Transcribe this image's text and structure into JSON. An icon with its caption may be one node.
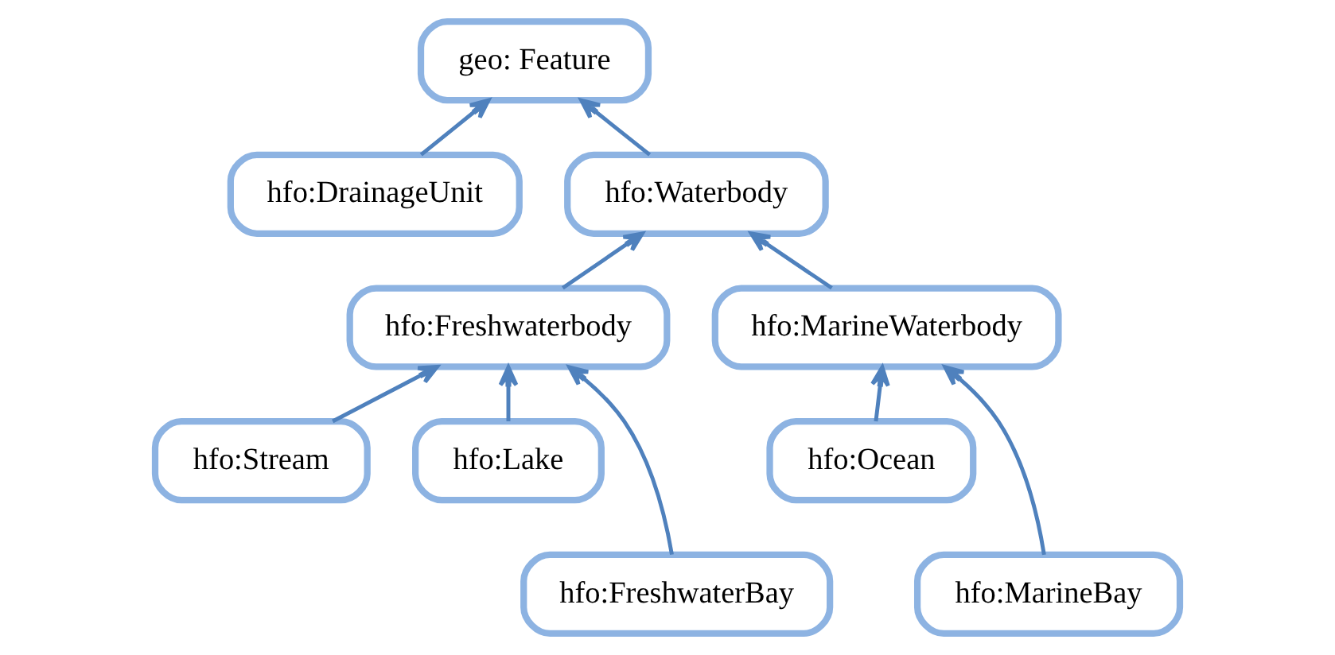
{
  "diagram": {
    "nodes": [
      {
        "text": [
          "geo: Feature"
        ]
      },
      {
        "text": [
          "hfo:DrainageUnit"
        ]
      },
      {
        "text": [
          "hfo:Waterbody"
        ]
      },
      {
        "text": [
          "hfo:Freshwaterbody"
        ]
      },
      {
        "text": [
          "hfo:MarineWaterbody"
        ]
      },
      {
        "text": [
          "hfo:Stream"
        ]
      },
      {
        "text": [
          "hfo:Lake"
        ]
      },
      {
        "text": [
          "hfo:Ocean"
        ]
      },
      {
        "text": [
          "hfo:FreshwaterBay"
        ]
      },
      {
        "text": [
          "hfo:MarineBay"
        ]
      }
    ],
    "edges": [
      {
        "from": 1,
        "to": 0,
        "arrow": "to"
      },
      {
        "from": 2,
        "to": 0,
        "arrow": "to"
      },
      {
        "from": 3,
        "to": 2,
        "arrow": "to"
      },
      {
        "from": 4,
        "to": 2,
        "arrow": "to"
      },
      {
        "from": 5,
        "to": 3,
        "arrow": "to"
      },
      {
        "from": 8,
        "to": 3,
        "arrow": "to"
      },
      {
        "from": 6,
        "to": 3,
        "arrow": "to"
      },
      {
        "from": 9,
        "to": 4,
        "arrow": "to"
      },
      {
        "from": 7,
        "to": 4,
        "arrow": "to"
      }
    ]
  }
}
